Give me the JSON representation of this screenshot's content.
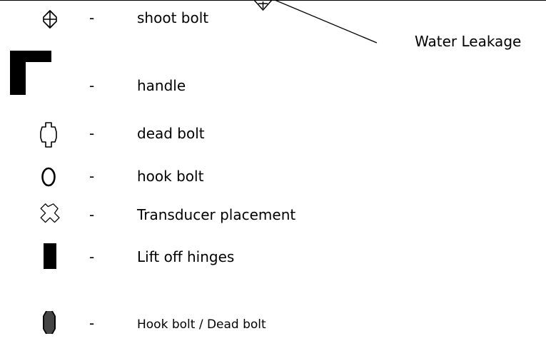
{
  "callout": {
    "text": "Water Leakage"
  },
  "legend": [
    {
      "symbol": "shoot-bolt-icon",
      "dash": "-",
      "label": "shoot bolt"
    },
    {
      "symbol": "handle-icon",
      "dash": "-",
      "label": "handle"
    },
    {
      "symbol": "dead-bolt-icon",
      "dash": "-",
      "label": "dead bolt"
    },
    {
      "symbol": "hook-bolt-icon",
      "dash": "-",
      "label": "hook bolt"
    },
    {
      "symbol": "transducer-placement-icon",
      "dash": "-",
      "label": "Transducer placement"
    },
    {
      "symbol": "lift-off-hinge-icon",
      "dash": "-",
      "label": "Lift off hinges"
    },
    {
      "symbol": "hook-dead-bolt-icon",
      "dash": "-",
      "label": "Hook bolt / Dead bolt"
    }
  ]
}
